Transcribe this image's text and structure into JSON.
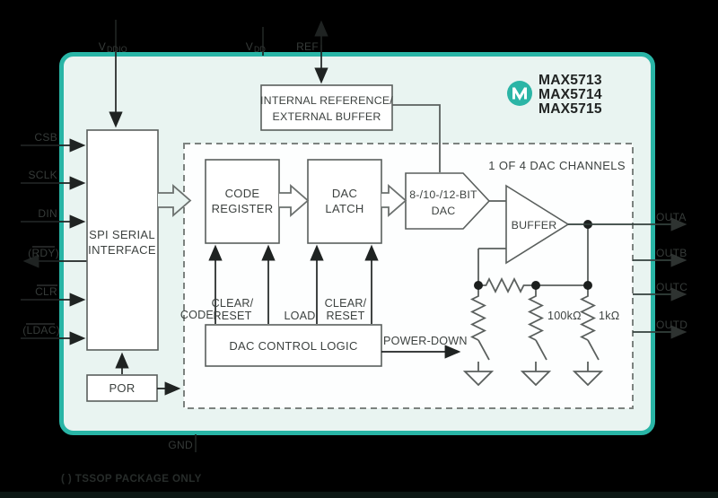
{
  "part_numbers": {
    "p1": "MAX5713",
    "p2": "MAX5714",
    "p3": "MAX5715"
  },
  "footnote": "( ) TSSOP PACKAGE ONLY",
  "channel_note": "1 OF 4 DAC CHANNELS",
  "pins": {
    "top": {
      "vddio_main": "V",
      "vddio_sub": "DDIO",
      "vdd_main": "V",
      "vdd_sub": "DD",
      "ref": "REF"
    },
    "left": {
      "csb": "CSB",
      "sclk": "SCLK",
      "din": "DIN",
      "rdy": "(RDY)",
      "clr": "CLR",
      "ldac": "(LDAC)"
    },
    "right": {
      "outa": "OUTA",
      "outb": "OUTB",
      "outc": "OUTC",
      "outd": "OUTD"
    },
    "bottom": {
      "gnd": "GND"
    }
  },
  "blocks": {
    "spi": {
      "line1": "SPI SERIAL",
      "line2": "INTERFACE"
    },
    "internal_reference": {
      "line1": "INTERNAL REFERENCE/",
      "line2": "EXTERNAL BUFFER"
    },
    "code_register": {
      "line1": "CODE",
      "line2": "REGISTER"
    },
    "dac_latch": {
      "line1": "DAC",
      "line2": "LATCH"
    },
    "dac": {
      "line1": "8-/10-/12-BIT",
      "line2": "DAC"
    },
    "buffer": {
      "label": "BUFFER"
    },
    "dac_control_logic": {
      "label": "DAC CONTROL LOGIC"
    },
    "por": {
      "label": "POR"
    }
  },
  "signals": {
    "code": "CODE",
    "clear_reset_a_line1": "CLEAR/",
    "clear_reset_a_line2": "RESET",
    "load": "LOAD",
    "clear_reset_b_line1": "CLEAR/",
    "clear_reset_b_line2": "RESET",
    "power_down": "POWER-DOWN"
  },
  "components": {
    "r_feedback": "100kΩ",
    "r_output": "1kΩ"
  },
  "colors": {
    "teal": "#29b5a6",
    "mint": "#e9f4f1",
    "background": "#000000"
  }
}
